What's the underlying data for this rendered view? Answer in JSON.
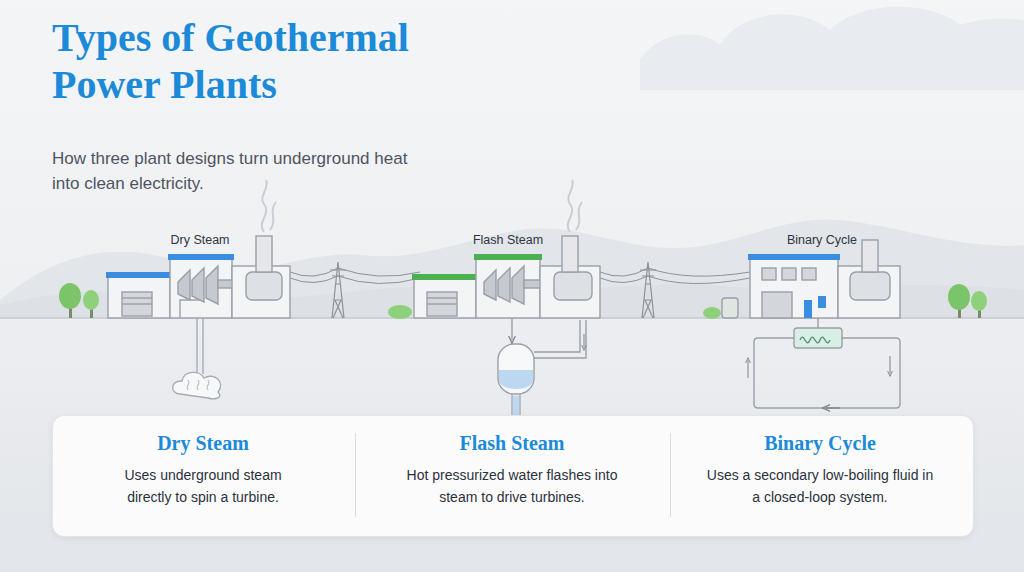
{
  "diagram": {
    "title": "Types of Geothermal Power Plants",
    "nodes": [
      {
        "text": [
          "Dry Steam",
          "Uses underground steam directly to spin a turbine."
        ]
      },
      {
        "text": [
          "Flash Steam",
          "Hot pressurized water flashes into steam to drive turbines."
        ]
      },
      {
        "text": [
          "Binary Cycle",
          "Uses a secondary low-boiling fluid in a closed-loop system."
        ]
      }
    ],
    "labels": [
      "How three plant designs turn underground heat into clean electricity.",
      "Dry Steam",
      "Flash Steam",
      "Binary Cycle"
    ]
  }
}
